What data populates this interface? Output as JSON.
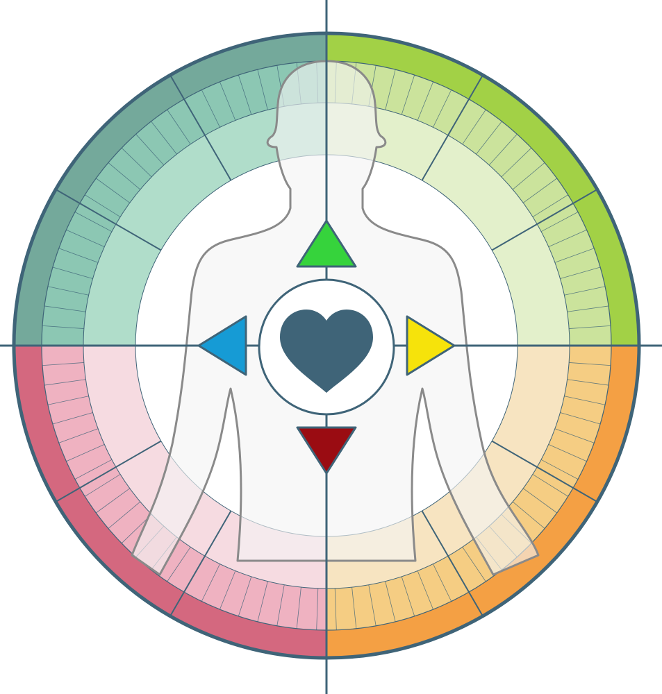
{
  "wheel": {
    "outline_color": "#3f6478",
    "axis_color": "#3f6478",
    "center_disc_color": "#ffffff",
    "quadrants": [
      {
        "id": "top-left",
        "outer_band": "#74a99b",
        "tick_ring": "#8cc7b3",
        "inner_ring": "#b0ddca"
      },
      {
        "id": "top-right",
        "outer_band": "#a2d146",
        "tick_ring": "#cbe39c",
        "inner_ring": "#e3f0cb"
      },
      {
        "id": "bottom-right",
        "outer_band": "#f4a044",
        "tick_ring": "#f5cd83",
        "inner_ring": "#f7e4c1"
      },
      {
        "id": "bottom-left",
        "outer_band": "#d4687f",
        "tick_ring": "#efb2c1",
        "inner_ring": "#f6dbe1"
      }
    ]
  },
  "body": {
    "silhouette_fill": "#f3f3f3",
    "silhouette_stroke": "#8a8a8a"
  },
  "markers": {
    "up_triangle": {
      "icon": "triangle-up-icon",
      "color": "#36d33c"
    },
    "left_triangle": {
      "icon": "triangle-left-icon",
      "color": "#169bd5"
    },
    "right_triangle": {
      "icon": "triangle-right-icon",
      "color": "#f6e30b"
    },
    "down_triangle": {
      "icon": "triangle-down-icon",
      "color": "#9a0c12"
    },
    "center": {
      "icon": "heart-icon",
      "color": "#3f6478"
    }
  }
}
